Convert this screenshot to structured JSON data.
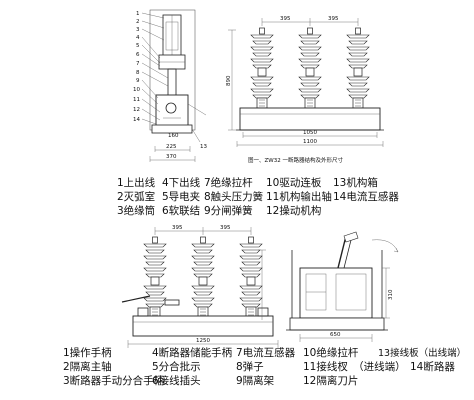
{
  "fig1": {
    "side_dims": [
      "225",
      "370"
    ],
    "side_callouts": [
      "1",
      "2",
      "3",
      "4",
      "5",
      "6",
      "7",
      "8",
      "9",
      "10",
      "11",
      "12",
      "14",
      "160",
      "13"
    ],
    "front_dims": [
      "395",
      "395",
      "1050",
      "1100",
      "890"
    ],
    "caption": "图一、ZW32 一断路器结构及外形尺寸"
  },
  "legend1": {
    "rows": [
      [
        "1上出线",
        "4下出线",
        "7绝缘拉杆",
        "10驱动连板",
        "13机构箱"
      ],
      [
        "2灭弧室",
        "5导电夹",
        "8触头压力簧",
        "11机构输出轴",
        "14电流互感器"
      ],
      [
        "3绝缘筒",
        "6软联结",
        "9分闸弹簧",
        "12操动机构"
      ]
    ]
  },
  "fig2": {
    "front_dims": [
      "395",
      "395",
      "1250"
    ],
    "side_dims": [
      "650",
      "310"
    ]
  },
  "legend2": {
    "rows": [
      [
        "1操作手柄",
        "4断路器储能手柄",
        "7电流互感器",
        "10绝缘拉杆",
        "13接线板（出线端）"
      ],
      [
        "2隔离主轴",
        "5分合批示",
        "8弹子",
        "11接线杈　（进线端）",
        "14断路器"
      ],
      [
        "3断路器手动分合手柄",
        "6接线插头",
        "9隔离架",
        "12隔离刀片"
      ]
    ]
  }
}
